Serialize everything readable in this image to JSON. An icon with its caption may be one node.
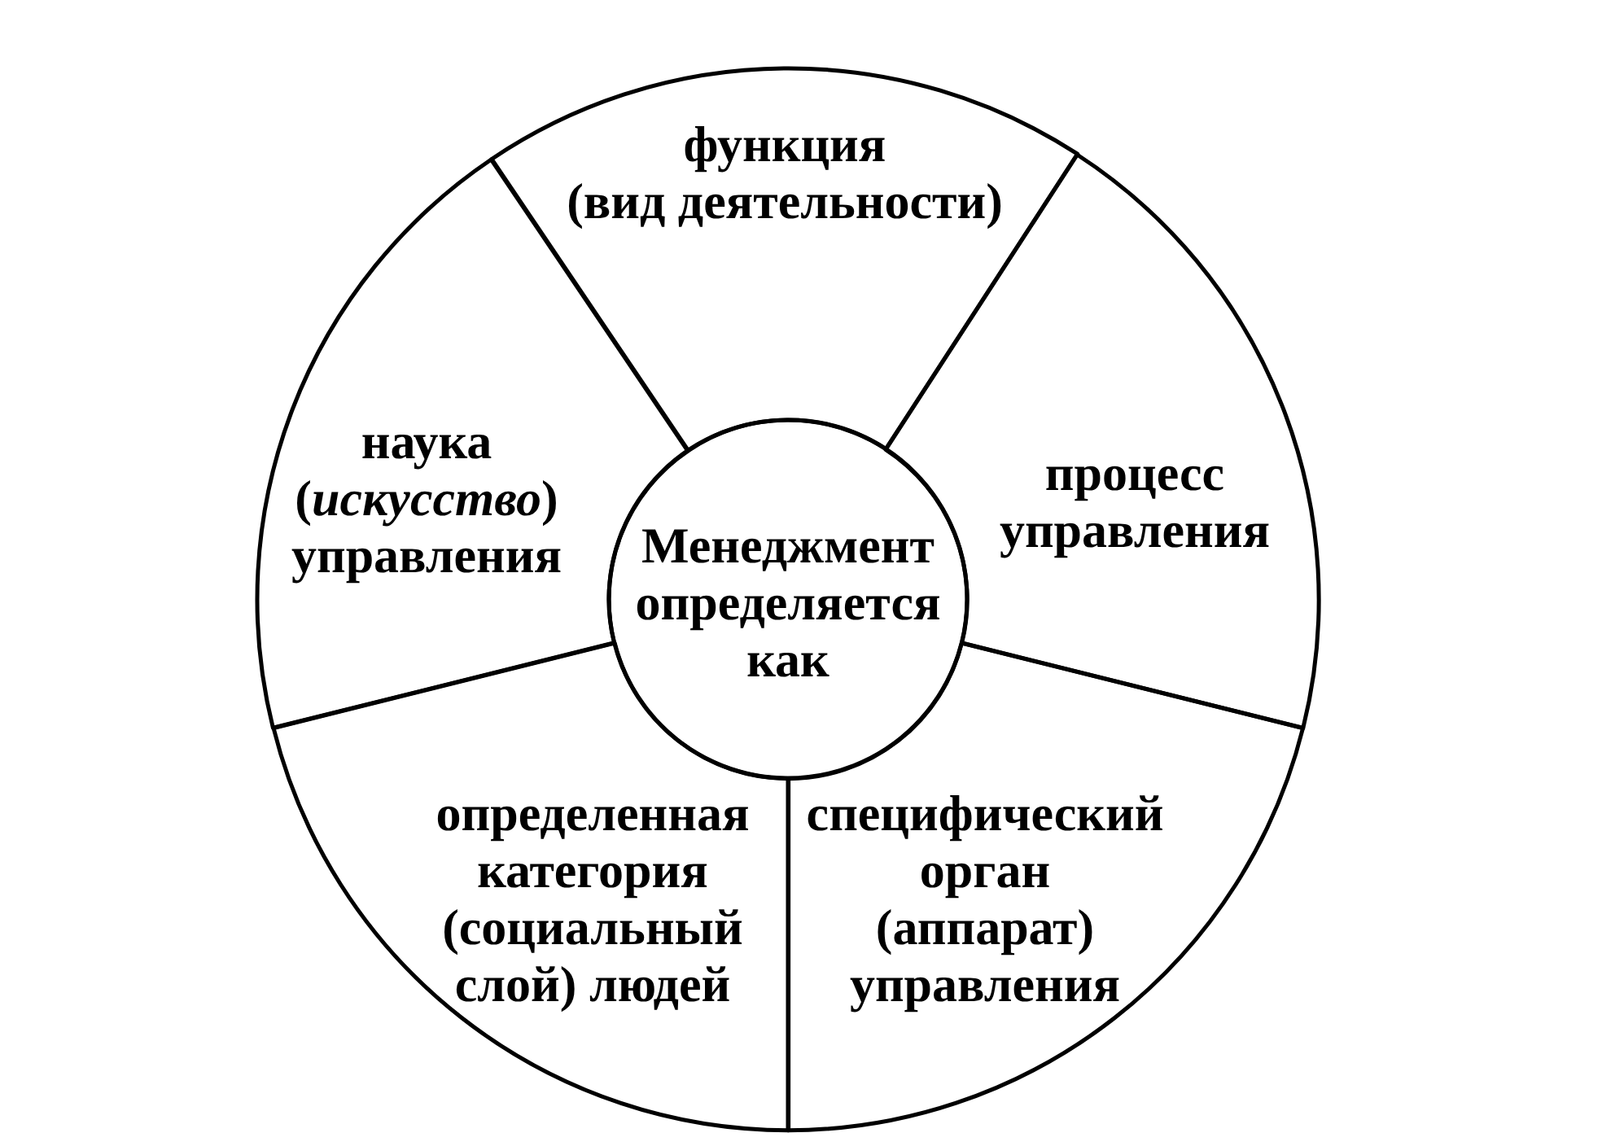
{
  "diagram": {
    "nodes": [
      {
        "text": [
          "функция (вид деятельности)"
        ]
      },
      {
        "text": [
          "наука (*искусство*) управления"
        ]
      },
      {
        "text": [
          "Менеджмент определяется как"
        ]
      },
      {
        "text": [
          "процесс управления"
        ]
      },
      {
        "text": [
          "определенная категория (социальный слой) людей"
        ]
      },
      {
        "text": [
          "специфический орган (аппарат) управления"
        ]
      }
    ]
  }
}
